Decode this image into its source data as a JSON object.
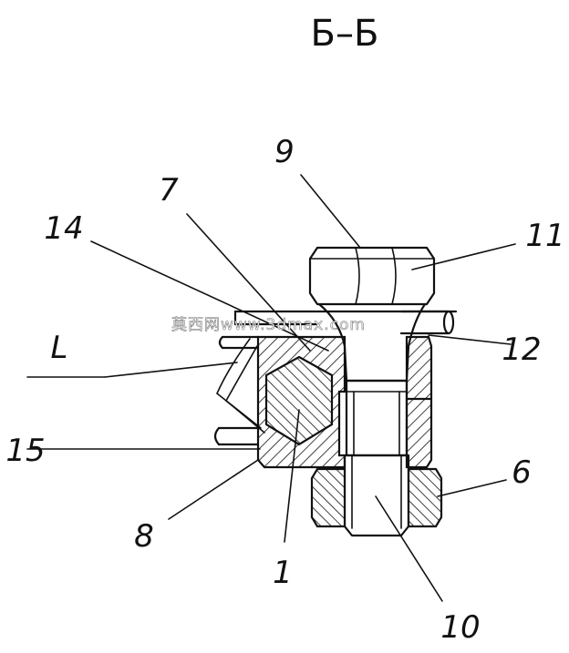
{
  "section_title": "Б–Б",
  "watermark": "莫西网www.3dmax.com",
  "labels": {
    "p1": "1",
    "p6": "6",
    "p7": "7",
    "p8": "8",
    "p9": "9",
    "p10": "10",
    "p11": "11",
    "p12": "12",
    "p14": "14",
    "p15": "15",
    "pL": "L"
  },
  "colors": {
    "line": "#111111",
    "background": "#ffffff"
  }
}
